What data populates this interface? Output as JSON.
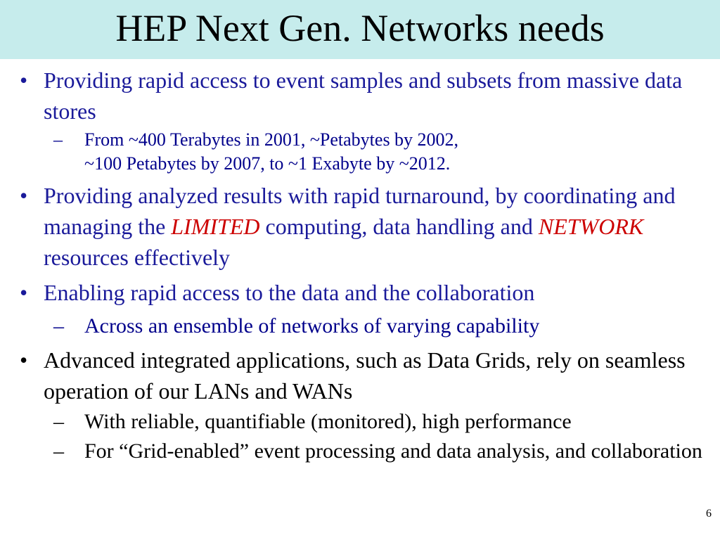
{
  "slide": {
    "title": "HEP Next Gen. Networks needs",
    "page_number": "6"
  },
  "bullets": [
    {
      "text": "Providing rapid access to event samples and subsets from massive data stores",
      "subs": [
        {
          "line1": "From ~400 Terabytes in 2001, ~Petabytes by 2002,",
          "line2": "~100 Petabytes by 2007, to ~1 Exabyte by ~2012."
        }
      ]
    },
    {
      "part1": "Providing analyzed results with rapid turnaround, by coordinating and managing the",
      "emph1": "LIMITED",
      "part2": "computing, data handling and",
      "emph2": "NETWORK",
      "part3": "resources effectively"
    },
    {
      "text": "Enabling rapid access to the data and the collaboration",
      "subs": [
        {
          "text": "Across an ensemble of networks of varying capability"
        }
      ]
    },
    {
      "text": "Advanced integrated applications, such as Data Grids, rely on seamless operation of our LANs and WANs",
      "subs": [
        {
          "text": "With reliable, quantifiable (monitored), high performance"
        },
        {
          "text": "For “Grid-enabled” event processing and data analysis, and collaboration"
        }
      ]
    }
  ],
  "markers": {
    "bullet": "•",
    "dash": "–"
  },
  "colors": {
    "title_band": "#c6ecec",
    "navy_text": "#1a1a9a",
    "emphasis": "#cc0000"
  }
}
